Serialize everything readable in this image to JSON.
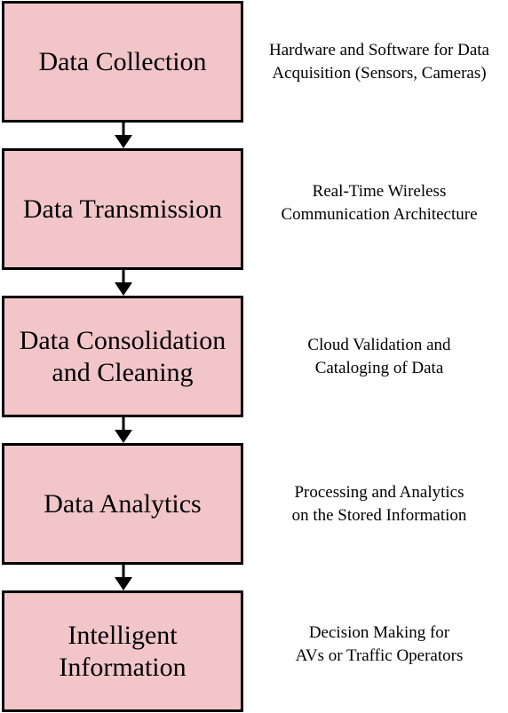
{
  "diagram": {
    "steps": [
      {
        "label": "Data Collection",
        "description": "Hardware and Software for Data\nAcquisition (Sensors, Cameras)"
      },
      {
        "label": "Data Transmission",
        "description": "Real-Time Wireless\nCommunication Architecture"
      },
      {
        "label": "Data Consolidation\nand Cleaning",
        "description": "Cloud Validation and\nCataloging of Data"
      },
      {
        "label": "Data Analytics",
        "description": "Processing and Analytics\non the Stored Information"
      },
      {
        "label": "Intelligent\nInformation",
        "description": "Decision Making for\nAVs or Traffic Operators"
      }
    ],
    "colors": {
      "box_fill": "#f2c6c8",
      "box_border": "#000000",
      "arrow": "#000000",
      "text": "#000000"
    }
  }
}
